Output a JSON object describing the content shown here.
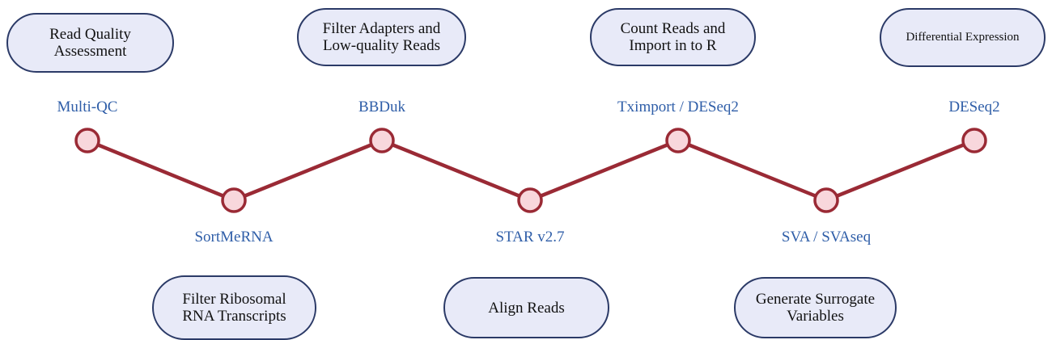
{
  "colors": {
    "line": "#9a2a35",
    "node_fill": "#f8d7dc",
    "node_stroke": "#9a2a35",
    "pill_fill": "#e8eaf8",
    "pill_stroke": "#2b3a67",
    "tool_text": "#2f5ea8"
  },
  "steps": [
    {
      "tool": "Multi-QC",
      "task": "Read Quality\nAssessment",
      "level": "high"
    },
    {
      "tool": "SortMeRNA",
      "task": "Filter Ribosomal\nRNA Transcripts",
      "level": "low"
    },
    {
      "tool": "BBDuk",
      "task": "Filter Adapters and\nLow-quality Reads",
      "level": "high"
    },
    {
      "tool": "STAR v2.7",
      "task": "Align Reads",
      "level": "low"
    },
    {
      "tool": "Tximport / DESeq2",
      "task": "Count Reads and\nImport in to R",
      "level": "high"
    },
    {
      "tool": "SVA / SVAseq",
      "task": "Generate Surrogate\nVariables",
      "level": "low"
    },
    {
      "tool": "DESeq2",
      "task": "Differential Expression",
      "level": "high"
    }
  ]
}
